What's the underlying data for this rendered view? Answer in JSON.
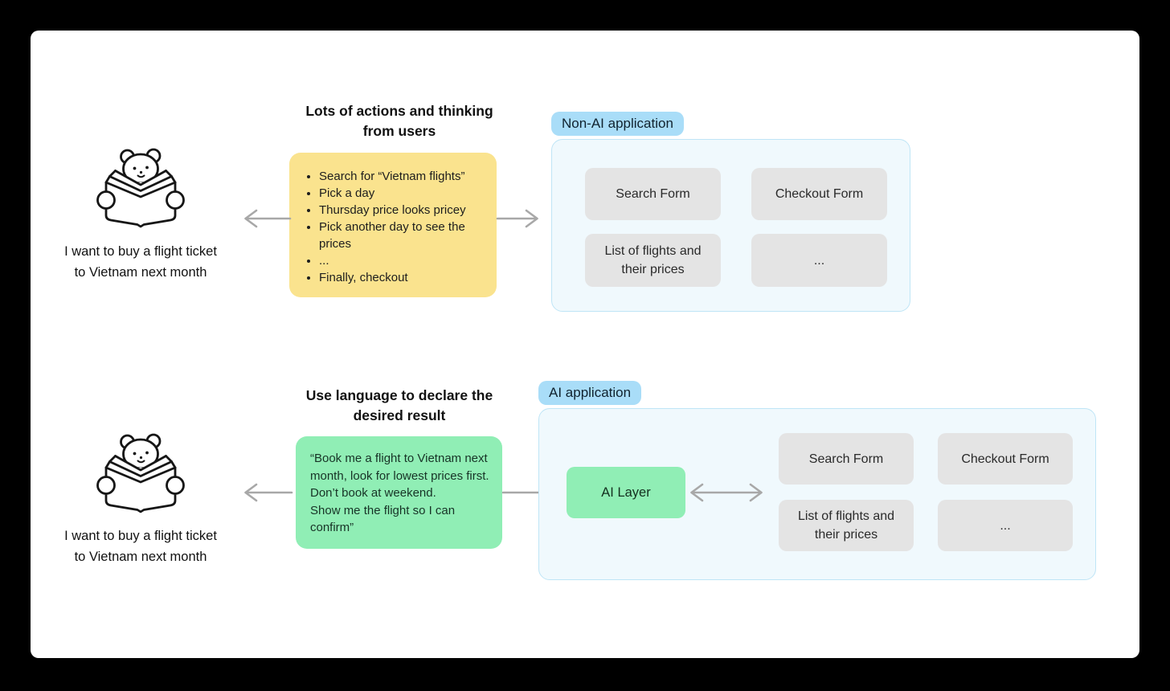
{
  "colors": {
    "background": "#000000",
    "canvas": "#FFFFFF",
    "note_yellow": "#FAE38E",
    "note_green": "#90EEB5",
    "pill_blue": "#A9DDF8",
    "container_fill": "#F0F9FD",
    "container_border": "#BFE5F6",
    "box_gray": "#E4E4E4",
    "arrow_gray": "#A8A8A8",
    "text": "#1B1B1B"
  },
  "top": {
    "title": "Lots of actions and thinking\nfrom users",
    "user": {
      "illustration": "bear-reading-book",
      "caption": "I want to buy a flight ticket\nto Vietnam next month"
    },
    "note": {
      "items": [
        "Search for “Vietnam flights”",
        "Pick a day",
        "Thursday price looks pricey",
        "Pick another day to see the prices",
        "...",
        "Finally, checkout"
      ]
    },
    "app": {
      "label": "Non-AI application",
      "boxes": [
        "Search Form",
        "Checkout Form",
        "List of flights and their prices",
        "..."
      ]
    }
  },
  "bottom": {
    "title": "Use language to declare the\ndesired result",
    "user": {
      "illustration": "bear-reading-book",
      "caption": "I want to buy a flight ticket\nto Vietnam next month"
    },
    "note": {
      "text": "“Book me a flight to Vietnam next month, look for lowest prices first.\nDon’t book at weekend.\nShow me the flight so I can confirm”"
    },
    "app": {
      "label": "AI application",
      "ai_layer_label": "AI Layer",
      "boxes": [
        "Search Form",
        "Checkout Form",
        "List of flights and their prices",
        "..."
      ]
    }
  }
}
